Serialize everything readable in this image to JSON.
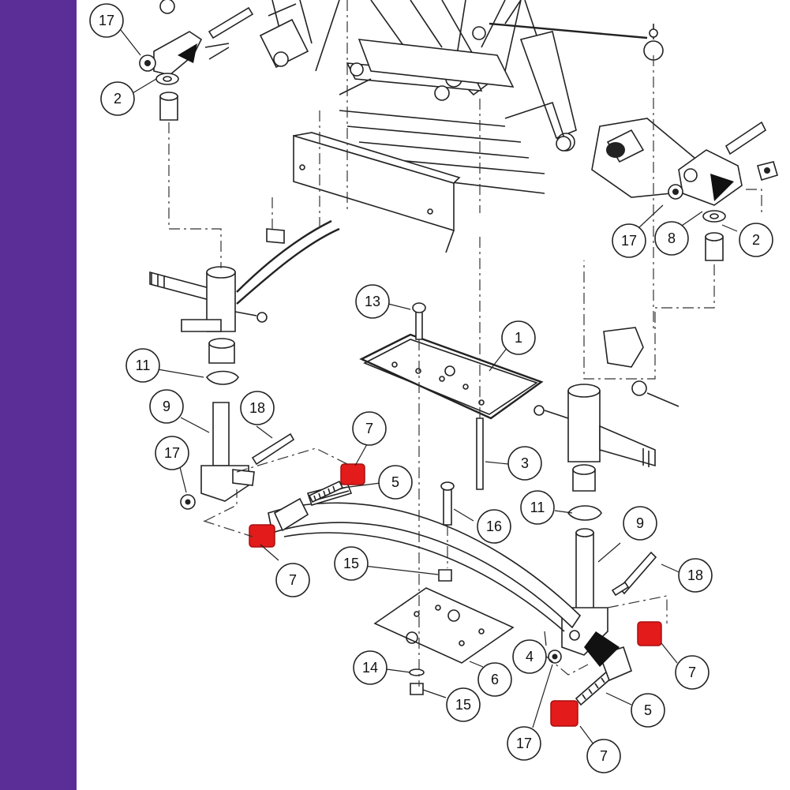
{
  "colors": {
    "sidebar": "#5b2d96",
    "highlight": "#e31b1b",
    "highlight_dark": "#a80f0f",
    "line": "#222222"
  },
  "callouts": {
    "c17a": "17",
    "c2a": "2",
    "c17b": "17",
    "c8": "8",
    "c2b": "2",
    "c13": "13",
    "c1": "1",
    "c11a": "11",
    "c9a": "9",
    "c18a": "18",
    "c17c": "17",
    "c7a": "7",
    "c5a": "5",
    "c3": "3",
    "c7b": "7",
    "c16": "16",
    "c11b": "11",
    "c9b": "9",
    "c15a": "15",
    "c18b": "18",
    "c7c": "7",
    "c14": "14",
    "c4": "4",
    "c6": "6",
    "c15b": "15",
    "c5b": "5",
    "c17d": "17",
    "c7d": "7"
  }
}
